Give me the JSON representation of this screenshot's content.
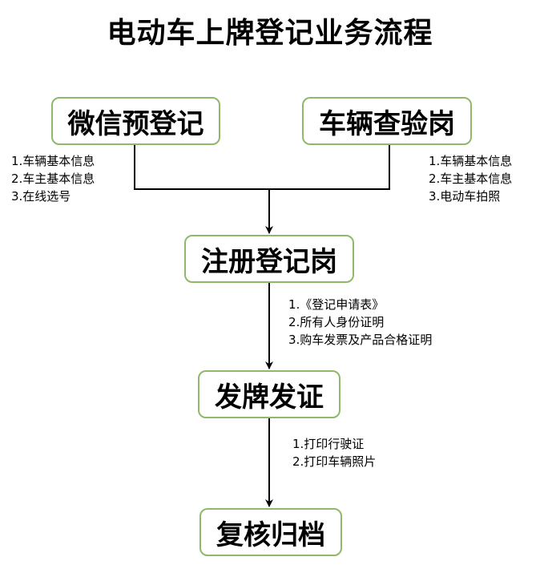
{
  "title": "电动车上牌登记业务流程",
  "colors": {
    "node_border": "#8fb86a",
    "line": "#000000"
  },
  "nodes": {
    "wechat_prereg": "微信预登记",
    "vehicle_inspection": "车辆查验岗",
    "registration": "注册登记岗",
    "plate_issue": "发牌发证",
    "review_archive": "复核归档"
  },
  "notes": {
    "wechat_prereg": [
      "1.车辆基本信息",
      "2.车主基本信息",
      "3.在线选号"
    ],
    "vehicle_inspection": [
      "1.车辆基本信息",
      "2.车主基本信息",
      "3.电动车拍照"
    ],
    "registration": [
      "1.《登记申请表》",
      "2.所有人身份证明",
      "3.购车发票及产品合格证明"
    ],
    "plate_issue": [
      "1.打印行驶证",
      "2.打印车辆照片"
    ]
  }
}
